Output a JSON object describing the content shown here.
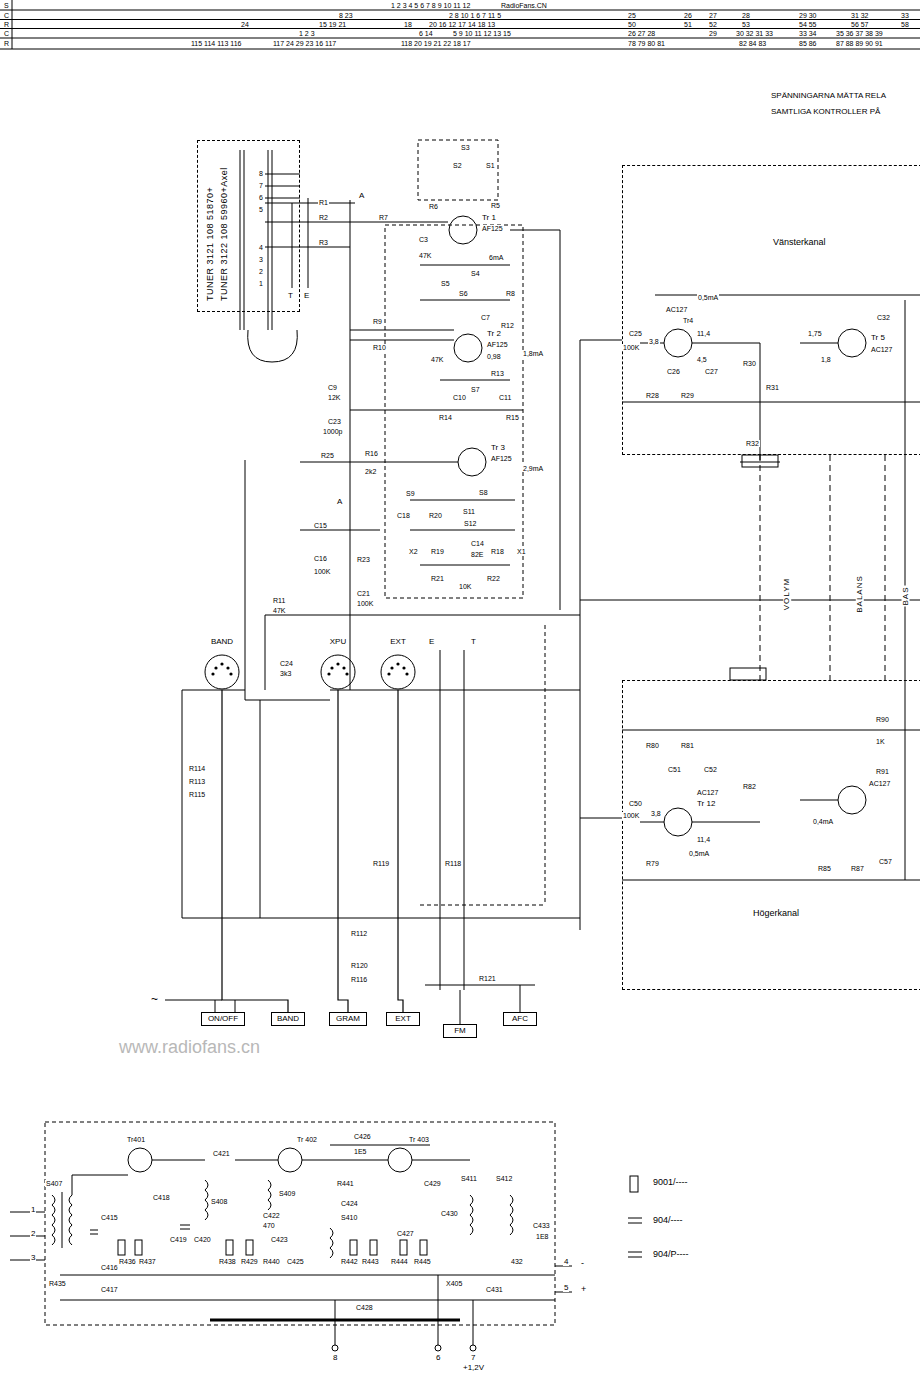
{
  "diagram": {
    "nodes": [
      {
        "text": [
          "TUNER 3121 108 51870+",
          "TUNER 3122 108 59960+Axel"
        ]
      },
      {
        "text": [
          "Vänsterkanal"
        ]
      },
      {
        "text": [
          "Högerkanal"
        ]
      },
      {
        "text": [
          "BAND"
        ]
      },
      {
        "text": [
          "XPU"
        ]
      },
      {
        "text": [
          "EXT"
        ]
      },
      {
        "text": [
          "ON/OFF"
        ]
      },
      {
        "text": [
          "BAND"
        ]
      },
      {
        "text": [
          "GRAM"
        ]
      },
      {
        "text": [
          "EXT"
        ]
      },
      {
        "text": [
          "FM"
        ]
      },
      {
        "text": [
          "AFC"
        ]
      }
    ],
    "edges": [
      {
        "from": 3,
        "to": 7,
        "arrow": "none"
      },
      {
        "from": 4,
        "to": 8,
        "arrow": "none"
      },
      {
        "from": 5,
        "to": 9,
        "arrow": "none"
      }
    ],
    "labels": [
      "RadioFans.CN",
      "S",
      "C",
      "R",
      "C",
      "R",
      "1 2 3 4 5 6 7 8 9 10 11 12",
      "8 23",
      "2 8 10 1 6 7 11 5",
      "25",
      "26",
      "27",
      "28",
      "29 30",
      "31 32",
      "33",
      "24",
      "15 19 21",
      "18",
      "20 16 12 17 14 18 13",
      "50",
      "51",
      "52",
      "53",
      "54 55",
      "56 57",
      "58",
      "1 2 3",
      "6 14",
      "5 9 10 11 12 13 15",
      "26 27 28",
      "29",
      "30 32 31 33",
      "33 34",
      "35 36 37 38 39",
      "115 114 113 116",
      "117 24 29 23 16 117",
      "118 20 19 21 22 18 17",
      "78 79 80 81",
      "82 84 83",
      "85 86",
      "87 88 89 90 91",
      "SPÄNNINGARNA MÄTTA RELA",
      "SAMTLIGA KONTROLLER PÅ",
      "8",
      "7",
      "6",
      "5",
      "4",
      "3",
      "2",
      "1",
      "A",
      "E",
      "T",
      "R1",
      "R2",
      "R3",
      "R7",
      "R6",
      "R5",
      "S3",
      "S1",
      "S2",
      "C3",
      "47K",
      "Tr 1",
      "AF125",
      "6mA",
      "S4",
      "S5",
      "S6",
      "R8",
      "C7",
      "R12",
      "R9",
      "R10",
      "47K",
      "Tr 2",
      "AF125",
      "0,98",
      "1,8mA",
      "R13",
      "S7",
      "C10",
      "C11",
      "R14",
      "R15",
      "C9",
      "12K",
      "C23",
      "1000p",
      "R25",
      "R16",
      "2k2",
      "Tr 3",
      "AF125",
      "2,9mA",
      "S8",
      "S9",
      "S11",
      "S12",
      "C14",
      "82E",
      "X2",
      "X1",
      "R19",
      "R18",
      "R20",
      "R21",
      "R22",
      "10K",
      "C15",
      "C16",
      "100K",
      "R23",
      "C18",
      "A",
      "C21",
      "100K",
      "R11",
      "47K",
      "C24",
      "3k3",
      "R114",
      "R113",
      "R115",
      "E",
      "T",
      "R119",
      "R118",
      "R112",
      "R120",
      "R116",
      "R121",
      "~",
      "0,5mA",
      "AC127",
      "Tr4",
      "3,8",
      "11,4",
      "4,5",
      "C25",
      "100K",
      "C26",
      "C27",
      "R28",
      "R29",
      "R30",
      "R31",
      "R32",
      "Tr 5",
      "AC127",
      "1,75",
      "1,8",
      "C32",
      "VOLYM",
      "BALANS",
      "BAS",
      "Tr 12",
      "AC127",
      "3,8",
      "11,4",
      "0,5mA",
      "C51",
      "C52",
      "C50",
      "100K",
      "R80",
      "R79",
      "R81",
      "R82",
      "R90",
      "1K",
      "R91",
      "AC127",
      "0,4mA",
      "C57",
      "R85",
      "R87",
      "Tr401",
      "C421",
      "Tr 402",
      "C426",
      "1E5",
      "Tr 403",
      "C429",
      "R441",
      "C422",
      "470",
      "C424",
      "S410",
      "S409",
      "S408",
      "S407",
      "C415",
      "C416",
      "C417",
      "R435",
      "R436",
      "R437",
      "C418",
      "C419",
      "C420",
      "R438",
      "R429",
      "C423",
      "R440",
      "C425",
      "R442",
      "R443",
      "C427",
      "R444",
      "R445",
      "C430",
      "S411",
      "S412",
      "C433",
      "1E8",
      "432",
      "C431",
      "C428",
      "X405",
      "1",
      "2",
      "3",
      "4",
      "5",
      "-",
      "+",
      "8",
      "6",
      "7",
      "+1,2V",
      "9001/----",
      "904/----",
      "904/P----",
      "www.radiofans.cn"
    ]
  }
}
